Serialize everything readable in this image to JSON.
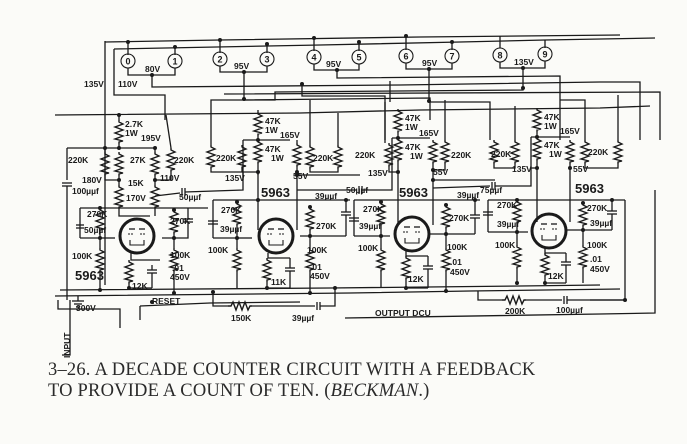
{
  "figure": {
    "caption_number": "3–26.",
    "caption_line1": "A DECADE COUNTER CIRCUIT WITH A FEEDBACK",
    "caption_line2_a": "TO PROVIDE A COUNT OF TEN. (",
    "caption_credit": "BECKMAN",
    "caption_line2_b": ".)"
  },
  "lamps": [
    "0",
    "1",
    "2",
    "3",
    "4",
    "5",
    "6",
    "7",
    "8",
    "9"
  ],
  "lamp_voltages": [
    "80V",
    "95V",
    "95V",
    "95V",
    "135V"
  ],
  "rail_labels": {
    "left_135": "135V",
    "left_110": "110V"
  },
  "stages": [
    {
      "tube": "5963",
      "plate_res_top": "2.7K",
      "plate_res_top_w": "1W",
      "node_v": "195V",
      "plate_res_a": "27K",
      "plate_res_b": "15K",
      "left_220": "220K",
      "right_220": "220K",
      "v_left": "180V",
      "v_right": "110V",
      "v_cathode": "170V",
      "cap_in": "100µµf",
      "cap_cross": "50µµf",
      "cap_grid": "50µµf",
      "grid_res_l": "270K",
      "grid_res_r": "270K",
      "bias_l": "100K",
      "bias_r": "100K",
      "cathode_r": "12K",
      "cathode_c": ".01",
      "cathode_cv": "450V"
    },
    {
      "tube": "5963",
      "plate_res_top": "47K",
      "plate_res_top_w": "1W",
      "node_v": "165V",
      "plate_res_a": "47K",
      "plate_res_a_w": "1W",
      "left_220": "220K",
      "right_220": "220K",
      "v_left": "135V",
      "v_right": "55V",
      "cap_cross": "50µµf",
      "cap_grid": "39µµf",
      "cap_grid_r": "39µµf",
      "grid_res_l": "270K",
      "grid_res_r": "270K",
      "bias_l": "100K",
      "bias_r": "100K",
      "cathode_r": "11K",
      "cathode_c": ".01",
      "cathode_cv": "450V"
    },
    {
      "tube": "5963",
      "plate_res_top": "47K",
      "plate_res_top_w": "1W",
      "node_v": "165V",
      "plate_res_a": "47K",
      "plate_res_a_w": "1W",
      "left_220": "220K",
      "right_220": "220K",
      "v_left": "135V",
      "v_right": "55V",
      "cap_cross": "75µµf",
      "cap_grid": "39µµf",
      "cap_grid_r": "39µµf",
      "grid_res_l": "270K",
      "grid_res_r": "270K",
      "bias_l": "100K",
      "bias_r": "100K",
      "cathode_r": "12K",
      "cathode_c": ".01",
      "cathode_cv": "450V"
    },
    {
      "tube": "5963",
      "plate_res_top": "47K",
      "plate_res_top_w": "1W",
      "node_v": "165V",
      "plate_res_a": "47K",
      "plate_res_a_w": "1W",
      "left_220": "220K",
      "right_220": "220K",
      "v_left": "135V",
      "v_right": "55V",
      "cap_grid": "39µµf",
      "cap_grid_r": "39µµf",
      "grid_res_l": "270K",
      "grid_res_r": "270K",
      "bias_l": "100K",
      "bias_r": "100K",
      "cathode_r": "12K",
      "cathode_c": ".01",
      "cathode_cv": "450V"
    }
  ],
  "feedback": [
    {
      "res": "150K",
      "cap": "39µµf"
    },
    {
      "res": "200K",
      "cap": "100µµf"
    }
  ],
  "bottom_labels": {
    "supply": "300V",
    "reset": "RESET",
    "output": "OUTPUT DCU",
    "input": "INPUT"
  }
}
